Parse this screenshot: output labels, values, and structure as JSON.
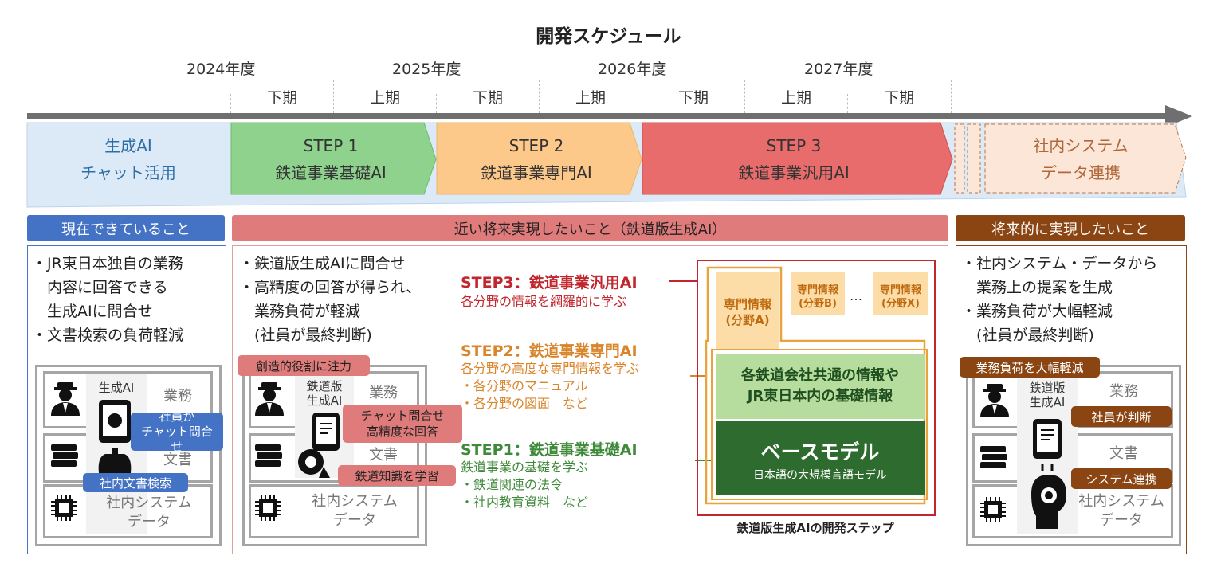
{
  "title": "開発スケジュール",
  "timeline": {
    "years": [
      "2024年度",
      "2025年度",
      "2026年度",
      "2027年度"
    ],
    "halves": [
      "下期",
      "上期",
      "下期",
      "上期",
      "下期",
      "上期",
      "下期"
    ]
  },
  "phases": {
    "current": "生成AI\nチャット活用",
    "step1": "STEP 1\n鉄道事業基礎AI",
    "step2": "STEP 2\n鉄道事業専門AI",
    "step3": "STEP 3\n鉄道事業汎用AI",
    "future": "社内システム\nデータ連携"
  },
  "headers": {
    "left": "現在できていること",
    "middle": "近い将来実現したいこと（鉄道版生成AI）",
    "right": "将来的に実現したいこと"
  },
  "left_panel": {
    "text": "・JR東日本独自の業務\n　内容に回答できる\n　生成AIに問合せ\n・文書検索の負荷軽減",
    "ai_label": "生成AI",
    "row1": "業務",
    "row2": "文書",
    "row3": "社内システム\nデータ",
    "tag_chat": "社員が\nチャット問合せ",
    "tag_search": "社内文書検索"
  },
  "middle_panel": {
    "text": "・鉄道版生成AIに問合せ\n・高精度の回答が得られ、\n　業務負荷が軽減\n　(社員が最終判断)",
    "tag_creative": "創造的役割に注力",
    "ai_label": "鉄道版\n生成AI",
    "row1": "業務",
    "row2": "文書",
    "row3": "社内システム\nデータ",
    "tag_chat": "チャット問合せ\n高精度な回答",
    "tag_learn": "鉄道知識を学習"
  },
  "steps": {
    "s3_title": "STEP3：鉄道事業汎用AI",
    "s3_desc": "各分野の情報を網羅的に学ぶ",
    "s2_title": "STEP2：鉄道事業専門AI",
    "s2_desc": "各分野の高度な専門情報を学ぶ\n・各分野のマニュアル\n・各分野の図面　など",
    "s1_title": "STEP1：鉄道事業基礎AI",
    "s1_desc": "鉄道事業の基礎を学ぶ\n・鉄道関連の法令\n・社内教育資料　など",
    "colors": {
      "s3": "#c0262d",
      "s2": "#d9852b",
      "s1": "#3f8a3a"
    }
  },
  "model_diagram": {
    "spec_a": "専門情報\n(分野A)",
    "spec_b": "専門情報\n(分野B)",
    "dots": "…",
    "spec_x": "専門情報\n(分野X)",
    "common": "各鉄道会社共通の情報や\nJR東日本内の基礎情報",
    "base_title": "ベースモデル",
    "base_sub": "日本語の大規模言語モデル",
    "caption": "鉄道版生成AIの開発ステップ"
  },
  "right_panel": {
    "text": "・社内システム・データから\n　業務上の提案を生成\n・業務負荷が大幅軽減\n　(社員が最終判断)",
    "tag_reduce": "業務負荷を大幅軽減",
    "ai_label": "鉄道版\n生成AI",
    "row1": "業務",
    "row2": "文書",
    "row3": "社内システム\nデータ",
    "tag_judge": "社員が判断",
    "tag_link": "システム連携"
  }
}
